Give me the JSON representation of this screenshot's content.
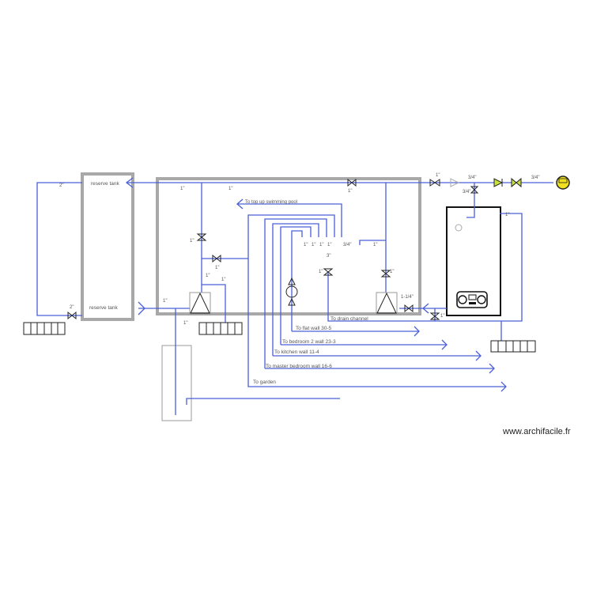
{
  "labels": {
    "reserve_tank_top": "reserve tank",
    "reserve_tank_bottom": "reserve tank",
    "swimming_pool": "To top up swimming pool",
    "drain": "To drain channel",
    "flat_wall": "To flat wall 30-5",
    "bedroom2": "To bedroom 2 wall 23-3",
    "kitchen": "To kitchen wall 11-4",
    "master_bedroom": "To master bedroom wall 16-6",
    "garden": "To garden"
  },
  "sizes": {
    "two_inch": "2\"",
    "one_inch": "1\"",
    "three_quarter": "3/4\"",
    "three_inch": "3\"",
    "one_quarter": "1-1/4\""
  },
  "watermark": "www.archifacile.fr",
  "colors": {
    "pipe": "#4a5fd8",
    "tank_border": "#a8a8a8",
    "meter": "#f0e020",
    "valve_fill": "#c8e040"
  }
}
